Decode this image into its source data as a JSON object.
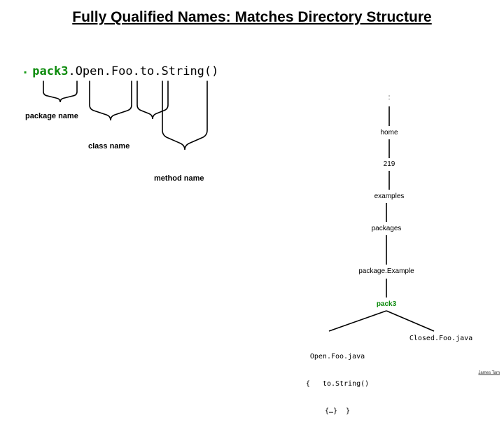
{
  "slide": {
    "title": "Fully Qualified Names: Matches Directory Structure",
    "bullet_marker": "▪",
    "code": {
      "package_part": "pack3",
      "rest": ".Open.Foo.to.String()"
    },
    "annotations": {
      "package_name": "package name",
      "class_name": "class  name",
      "method_name": "method name"
    },
    "tree": {
      "root": ":",
      "nodes": [
        "home",
        "219",
        "examples",
        "packages",
        "package.Example",
        "pack3"
      ],
      "leaves": {
        "left_line1": "Open.Foo.java",
        "left_line2": "{   to.String()",
        "left_line3": "{…}  }",
        "right": "Closed.Foo.java"
      }
    },
    "credit": "James Tam"
  },
  "colors": {
    "green": "#0a8a0a",
    "black": "#000000",
    "background": "#ffffff"
  }
}
